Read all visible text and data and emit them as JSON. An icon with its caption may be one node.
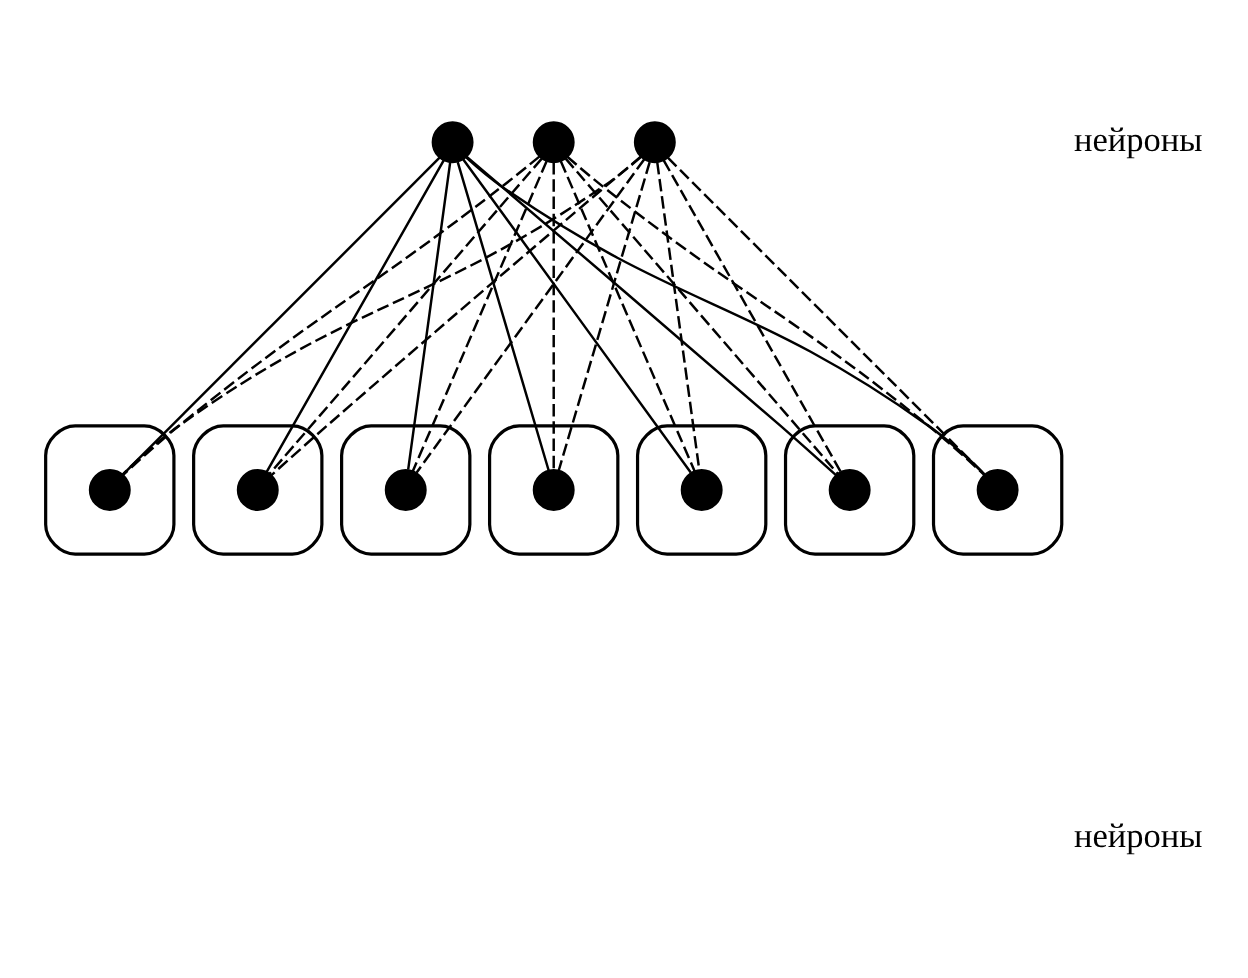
{
  "diagram": {
    "nodes": [
      {
        "text": [],
        "shape": "circle"
      },
      {
        "text": [],
        "shape": "circle"
      },
      {
        "text": [],
        "shape": "circle"
      },
      {
        "text": [],
        "shape": "hexagon"
      },
      {
        "text": [],
        "shape": "circle",
        "in": 3
      },
      {
        "text": [],
        "shape": "hexagon"
      },
      {
        "text": [],
        "shape": "circle",
        "in": 5
      },
      {
        "text": [],
        "shape": "hexagon"
      },
      {
        "text": [],
        "shape": "circle",
        "in": 7
      },
      {
        "text": [],
        "shape": "hexagon"
      },
      {
        "text": [],
        "shape": "circle",
        "in": 9
      },
      {
        "text": [],
        "shape": "hexagon"
      },
      {
        "text": [],
        "shape": "circle",
        "in": 11
      },
      {
        "text": [],
        "shape": "hexagon"
      },
      {
        "text": [],
        "shape": "circle",
        "in": 13
      },
      {
        "text": [],
        "shape": "hexagon"
      },
      {
        "text": [],
        "shape": "circle",
        "in": 15
      }
    ],
    "edges": [
      {
        "from": 0,
        "to": 4,
        "arrow": "none"
      },
      {
        "from": 0,
        "to": 6,
        "arrow": "none"
      },
      {
        "from": 0,
        "to": 8,
        "arrow": "none"
      },
      {
        "from": 0,
        "to": 10,
        "arrow": "none"
      },
      {
        "from": 0,
        "to": 12,
        "arrow": "none"
      },
      {
        "from": 0,
        "to": 14,
        "arrow": "none"
      },
      {
        "from": 0,
        "to": 16,
        "arrow": "none"
      },
      {
        "from": 1,
        "to": 4,
        "arrow": "none",
        "style": "dashed"
      },
      {
        "from": 1,
        "to": 6,
        "arrow": "none",
        "style": "dashed"
      },
      {
        "from": 1,
        "to": 8,
        "arrow": "none",
        "style": "dashed"
      },
      {
        "from": 1,
        "to": 10,
        "arrow": "none",
        "style": "dashed"
      },
      {
        "from": 1,
        "to": 12,
        "arrow": "none",
        "style": "dashed"
      },
      {
        "from": 1,
        "to": 14,
        "arrow": "none",
        "style": "dashed"
      },
      {
        "from": 1,
        "to": 16,
        "arrow": "none",
        "style": "dashed"
      },
      {
        "from": 2,
        "to": 4,
        "arrow": "none",
        "style": "dashed"
      },
      {
        "from": 2,
        "to": 6,
        "arrow": "none",
        "style": "dashed"
      },
      {
        "from": 2,
        "to": 8,
        "arrow": "none",
        "style": "dashed"
      },
      {
        "from": 2,
        "to": 10,
        "arrow": "none",
        "style": "dashed"
      },
      {
        "from": 2,
        "to": 12,
        "arrow": "none",
        "style": "dashed"
      },
      {
        "from": 2,
        "to": 14,
        "arrow": "none",
        "style": "dashed"
      },
      {
        "from": 2,
        "to": 16,
        "arrow": "none",
        "style": "dashed"
      }
    ],
    "labels": [
      "нейроны",
      "нейроны"
    ]
  }
}
